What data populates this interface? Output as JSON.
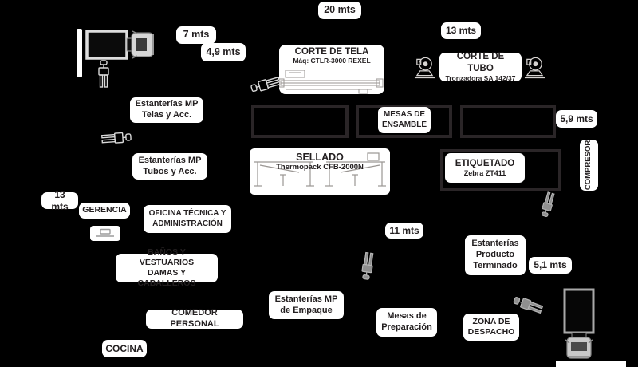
{
  "colors": {
    "background": "#000000",
    "pill_bg": "#ffffff",
    "text": "#231f20",
    "table_border": "#2a2527",
    "equipment_gray": "#9b9b9b",
    "machine_line": "#9a9693"
  },
  "measurements": {
    "m20": "20 mts",
    "m7": "7 mts",
    "m49": "4,9 mts",
    "m13_top": "13 mts",
    "m59": "5,9 mts",
    "m13_left": "13 mts",
    "m11": "11 mts",
    "m51": "5,1 mts"
  },
  "areas": {
    "corte_tela": {
      "title": "CORTE DE TELA",
      "machine": "Máq: CTLR-3000 REXEL"
    },
    "corte_tubo": {
      "title": "CORTE DE TUBO",
      "machine": "Tronzadora SA 142/37"
    },
    "mesas_ensamble": {
      "label": "MESAS DE\nENSAMBLE"
    },
    "sellado": {
      "title": "SELLADO",
      "machine": "Thermopack CFB-2000N"
    },
    "etiquetado": {
      "title": "ETIQUETADO",
      "machine": "Zebra ZT411"
    },
    "compresor": {
      "label": "COMPRESOR"
    },
    "estanterias_mp_telas": {
      "label": "Estanterías MP\nTelas y Acc."
    },
    "estanterias_mp_tubos": {
      "label": "Estanterías MP\nTubos y Acc."
    },
    "gerencia": {
      "label": "GERENCIA"
    },
    "oficina_tecnica": {
      "label": "OFICINA TÉCNICA Y\nADMINISTRACIÓN"
    },
    "banos_vestuarios": {
      "label": "BAÑOS Y VESTUARIOS\nDAMAS Y CABALLEROS"
    },
    "comedor": {
      "label": "COMEDOR PERSONAL"
    },
    "cocina": {
      "label": "COCINA"
    },
    "estanterias_mp_empaque": {
      "label": "Estanterías MP\nde Empaque"
    },
    "mesas_preparacion": {
      "label": "Mesas de\nPreparación"
    },
    "estanterias_producto_terminado": {
      "label": "Estanterías\nProducto\nTerminado"
    },
    "zona_despacho": {
      "label": "ZONA DE\nDESPACHO"
    }
  }
}
